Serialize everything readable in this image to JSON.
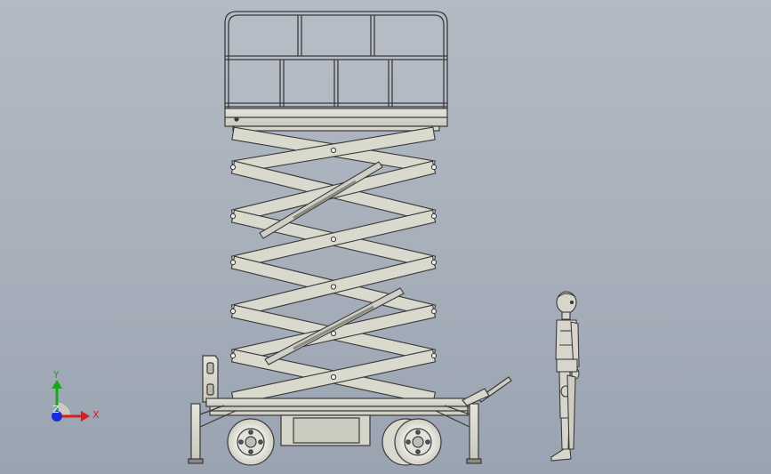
{
  "view": {
    "background_top": "#b3bac4",
    "background_bottom": "#9aa3b1"
  },
  "model": {
    "part_fill": "#d9d9ce",
    "edge_color": "#3a3a3a",
    "dark_part": "#5b5b58",
    "mannequin_fill": "#d8d6cc"
  },
  "triad": {
    "x_label": "X",
    "y_label": "Y",
    "z_label": "Z",
    "x_color": "#d42020",
    "y_color": "#1aa81a",
    "z_color": "#1c2cd8"
  }
}
